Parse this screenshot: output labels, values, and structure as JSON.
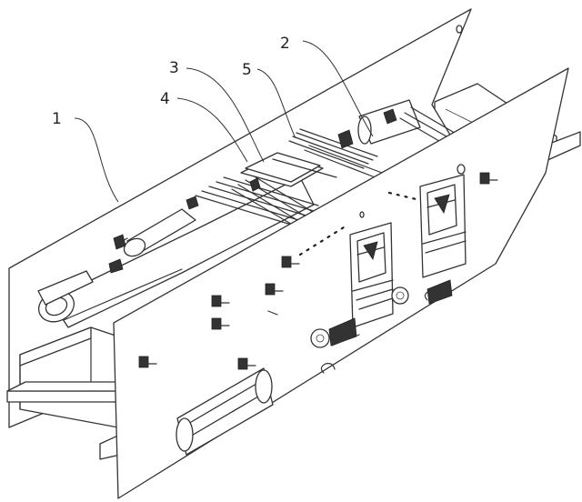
{
  "figure": {
    "callouts": [
      {
        "id": "c1",
        "label": "1"
      },
      {
        "id": "c2",
        "label": "2"
      },
      {
        "id": "c3",
        "label": "3"
      },
      {
        "id": "c4",
        "label": "4"
      },
      {
        "id": "c5",
        "label": "5"
      }
    ]
  },
  "colors": {
    "line": "#333333",
    "background": "#ffffff"
  }
}
